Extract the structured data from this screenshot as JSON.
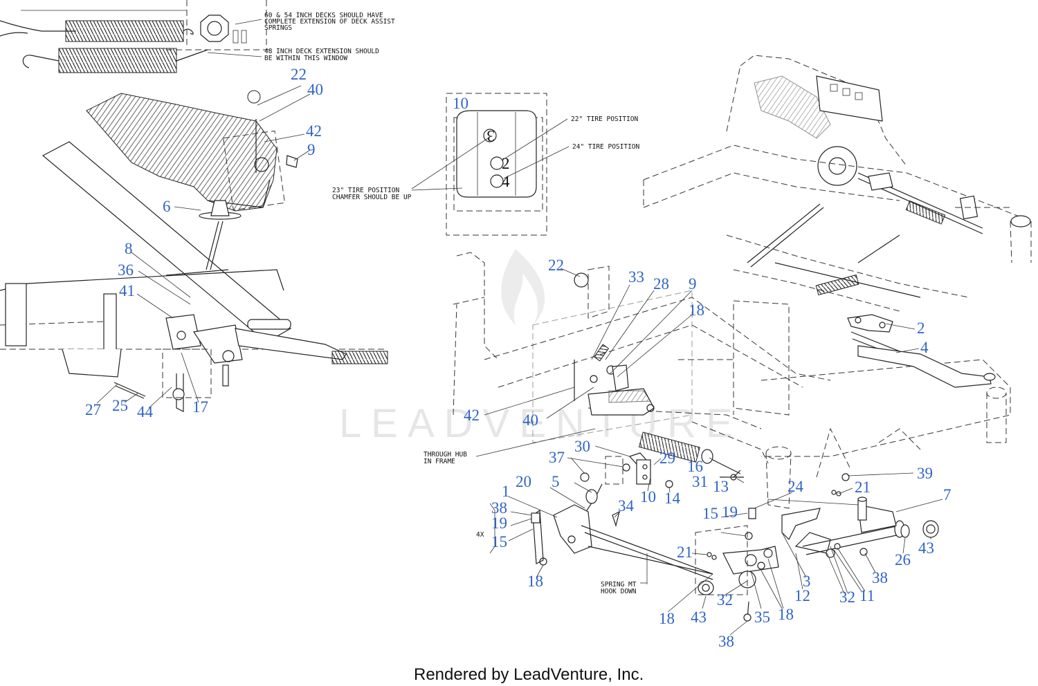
{
  "watermark": {
    "text": "LEADVENTURE"
  },
  "footer": {
    "text": "Rendered by LeadVenture, Inc."
  },
  "notes": {
    "deck_assist_line1": "60 & 54 INCH DECKS SHOULD HAVE",
    "deck_assist_line2": "COMPLETE EXTENSION OF DECK ASSIST",
    "deck_assist_line3": "SPRINGS",
    "deck48_line1": "48 INCH DECK EXTENSION SHOULD",
    "deck48_line2": "BE WITHIN THIS WINDOW",
    "tire22": "22\" TIRE POSITION",
    "tire24": "24\" TIRE POSITION",
    "tire23_line1": "23\" TIRE POSITION",
    "tire23_line2": "CHAMFER SHOULD BE UP",
    "hub_line1": "THROUGH HUB",
    "hub_line2": "IN FRAME",
    "spring_line1": "SPRING MT",
    "spring_line2": "HOOK DOWN",
    "qty_4x": "4X"
  },
  "plate_labels": {
    "hole_top": "3",
    "hole_mid": "2",
    "hole_bottom": "4"
  },
  "callouts": {
    "c22a": "22",
    "c40a": "40",
    "c42a": "42",
    "c9a": "9",
    "c6": "6",
    "c8": "8",
    "c36": "36",
    "c41": "41",
    "c27": "27",
    "c25": "25",
    "c44": "44",
    "c17": "17",
    "c10a": "10",
    "c22b": "22",
    "c33": "33",
    "c28": "28",
    "c9b": "9",
    "c18a": "18",
    "c2": "2",
    "c4": "4",
    "c42b": "42",
    "c40b": "40",
    "c30": "30",
    "c29": "29",
    "c16": "16",
    "c39": "39",
    "c37": "37",
    "c31": "31",
    "c13": "13",
    "c21a": "21",
    "c20": "20",
    "c1": "1",
    "c5": "5",
    "c10b": "10",
    "c14": "14",
    "c24": "24",
    "c7": "7",
    "c38a": "38",
    "c34": "34",
    "c19a": "19",
    "c15a": "15",
    "c19b": "19",
    "c15b": "15",
    "c43a": "43",
    "c26": "26",
    "c21b": "21",
    "c18b": "18",
    "c3": "3",
    "c12": "12",
    "c32a": "32",
    "c32b": "32",
    "c11": "11",
    "c38b": "38",
    "c18c": "18",
    "c43b": "43",
    "c35": "35",
    "c18d": "18",
    "c38c": "38"
  }
}
